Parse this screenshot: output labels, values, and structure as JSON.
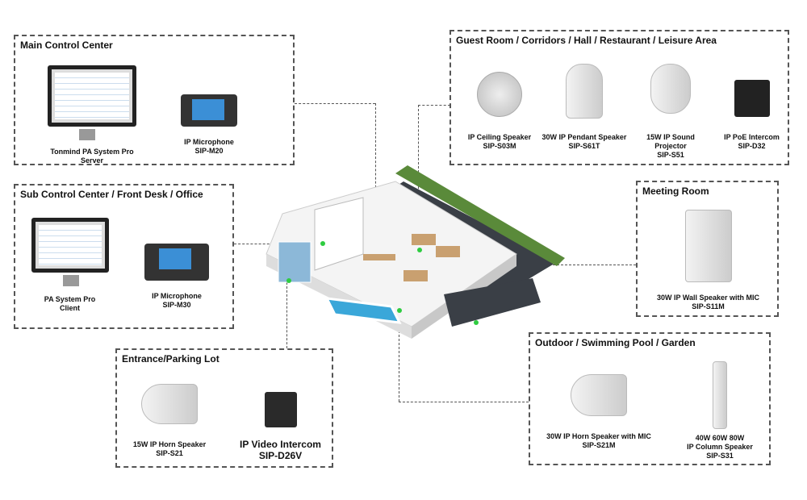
{
  "zones": {
    "main": {
      "title": "Main Control Center",
      "items": [
        {
          "name": "Tonmind PA System Pro",
          "model": "Server"
        },
        {
          "name": "IP Microphone",
          "model": "SIP-M20"
        }
      ]
    },
    "guest": {
      "title": "Guest Room / Corridors / Hall / Restaurant / Leisure Area",
      "items": [
        {
          "name": "IP Ceiling Speaker",
          "model": "SIP-S03M"
        },
        {
          "name": "30W IP Pendant Speaker",
          "model": "SIP-S61T"
        },
        {
          "name": "15W IP Sound Projector",
          "model": "SIP-S51"
        },
        {
          "name": "IP PoE Intercom",
          "model": "SIP-D32"
        }
      ]
    },
    "sub": {
      "title": "Sub Control Center / Front Desk / Office",
      "items": [
        {
          "name": "PA System Pro",
          "model": "Client"
        },
        {
          "name": "IP Microphone",
          "model": "SIP-M30"
        }
      ]
    },
    "meeting": {
      "title": "Meeting Room",
      "items": [
        {
          "name": "30W IP Wall Speaker with MIC",
          "model": "SIP-S11M"
        }
      ]
    },
    "entrance": {
      "title": "Entrance/Parking Lot",
      "items": [
        {
          "name": "15W IP Horn Speaker",
          "model": "SIP-S21"
        },
        {
          "name": "IP Video Intercom",
          "model": "SIP-D26V"
        }
      ]
    },
    "outdoor": {
      "title": "Outdoor / Swimming Pool / Garden",
      "items": [
        {
          "name": "30W IP Horn Speaker with MIC",
          "model": "SIP-S21M"
        },
        {
          "pre": "40W 60W 80W",
          "name": "IP Column Speaker",
          "model": "SIP-S31"
        }
      ]
    }
  },
  "colors": {
    "marker": "#2ecc40",
    "pool": "#3aa7d9",
    "parking": "#3a3f46"
  }
}
